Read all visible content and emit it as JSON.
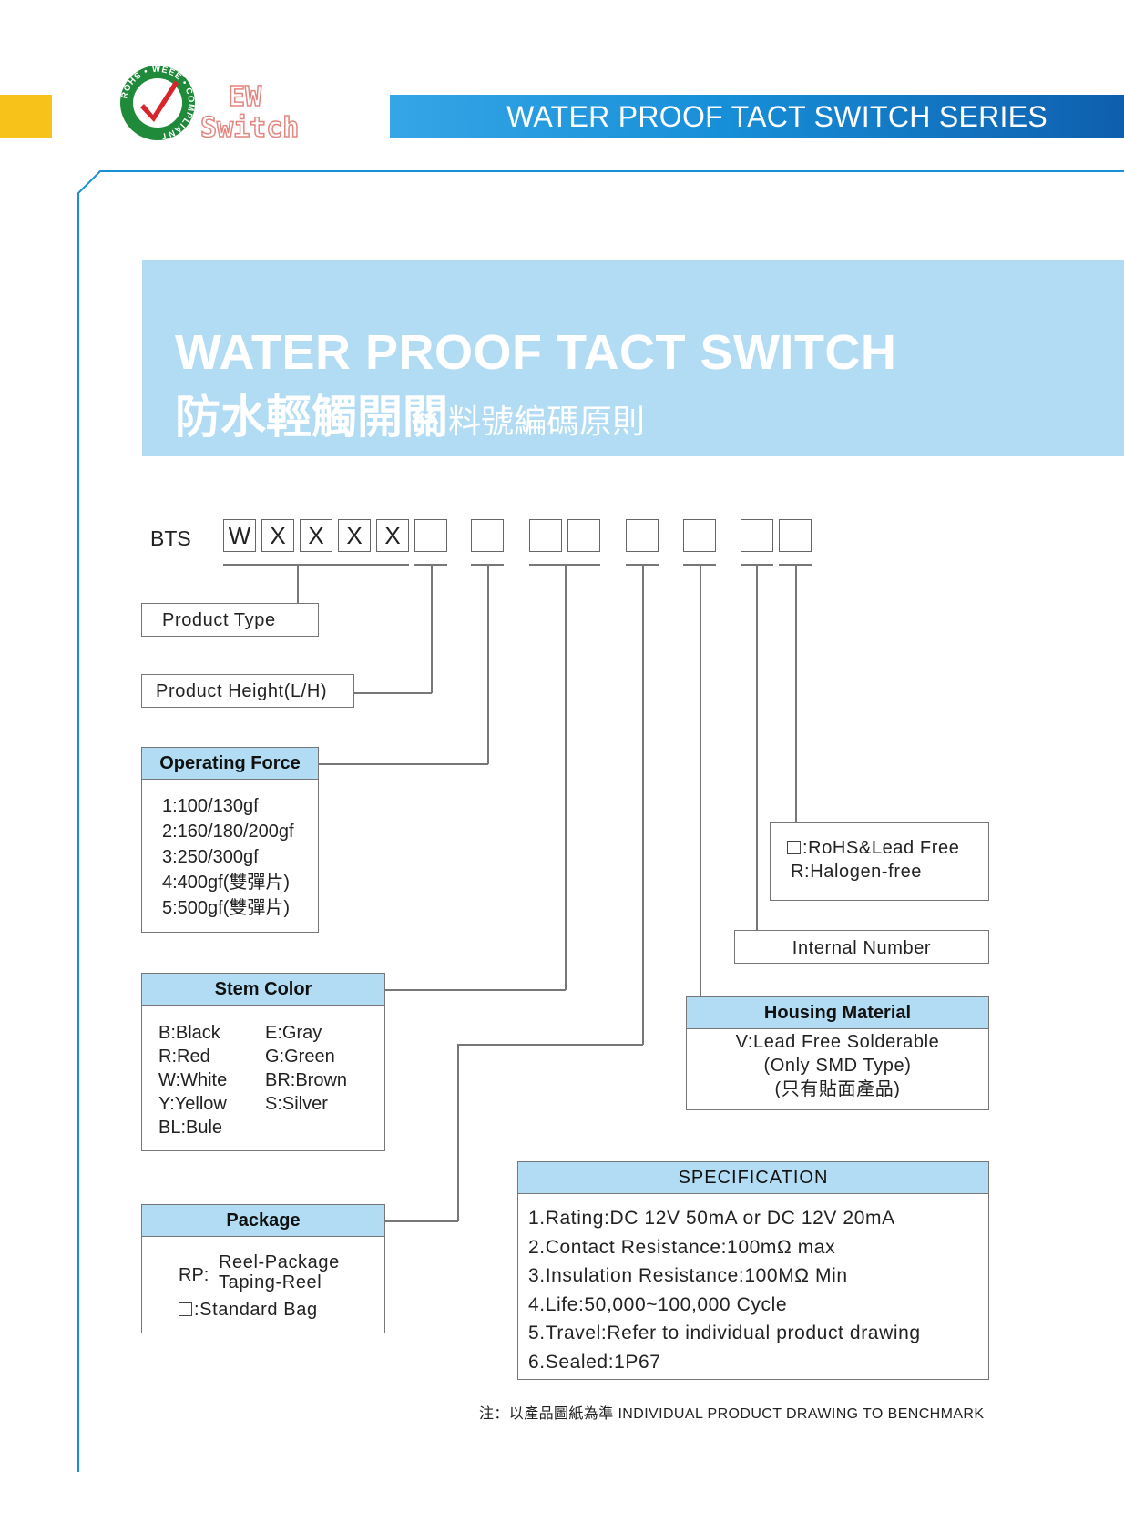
{
  "header": {
    "logo_ring_text": "ROHS • WEEE • COMPLIANT",
    "brand_line1": "EW",
    "brand_line2": "Switch",
    "series_title": "WATER PROOF TACT SWITCH SERIES"
  },
  "hero": {
    "title": "WATER PROOF TACT SWITCH",
    "subtitle_bold": "防水輕觸開關",
    "subtitle_light": "料號編碼原則"
  },
  "code": {
    "prefix": "BTS",
    "letters": [
      "W",
      "X",
      "X",
      "X",
      "X"
    ]
  },
  "product_type": {
    "label": "Product Type"
  },
  "product_height": {
    "label": "Product Height(L/H)"
  },
  "operating_force": {
    "title": "Operating Force",
    "options": [
      "1:100/130gf",
      "2:160/180/200gf",
      "3:250/300gf",
      "4:400gf(雙彈片)",
      "5:500gf(雙彈片)"
    ]
  },
  "stem_color": {
    "title": "Stem Color",
    "left": [
      "B:Black",
      "R:Red",
      "W:White",
      "Y:Yellow",
      "BL:Bule"
    ],
    "right": [
      "E:Gray",
      "G:Green",
      "BR:Brown",
      "S:Silver"
    ]
  },
  "package": {
    "title": "Package",
    "rp_key": "RP:",
    "rp_line1": "Reel-Package",
    "rp_line2": "Taping-Reel",
    "standard": ":Standard Bag"
  },
  "rohs": {
    "line1": ":RoHS&Lead Free",
    "line2": "R:Halogen-free"
  },
  "internal_number": {
    "label": "Internal Number"
  },
  "housing_material": {
    "title": "Housing Material",
    "lines": [
      "V:Lead Free Solderable",
      "(Only SMD Type)",
      "(只有貼面產品)"
    ]
  },
  "specification": {
    "title": "SPECIFICATION",
    "items": [
      "1.Rating:DC 12V 50mA or DC 12V 20mA",
      "2.Contact Resistance:100mΩ max",
      "3.Insulation Resistance:100MΩ Min",
      "4.Life:50,000~100,000 Cycle",
      "5.Travel:Refer to individual product drawing",
      "6.Sealed:1P67"
    ]
  },
  "footnote": "注：以產品圖紙為準   INDIVIDUAL PRODUCT DRAWING TO BENCHMARK",
  "colors": {
    "accent_yellow": "#f7c31a",
    "banner_blue": "#1a8fd8",
    "hero_blue": "#b2dcf3",
    "logo_green": "#1f8a3a",
    "check_red": "#d7262b"
  }
}
